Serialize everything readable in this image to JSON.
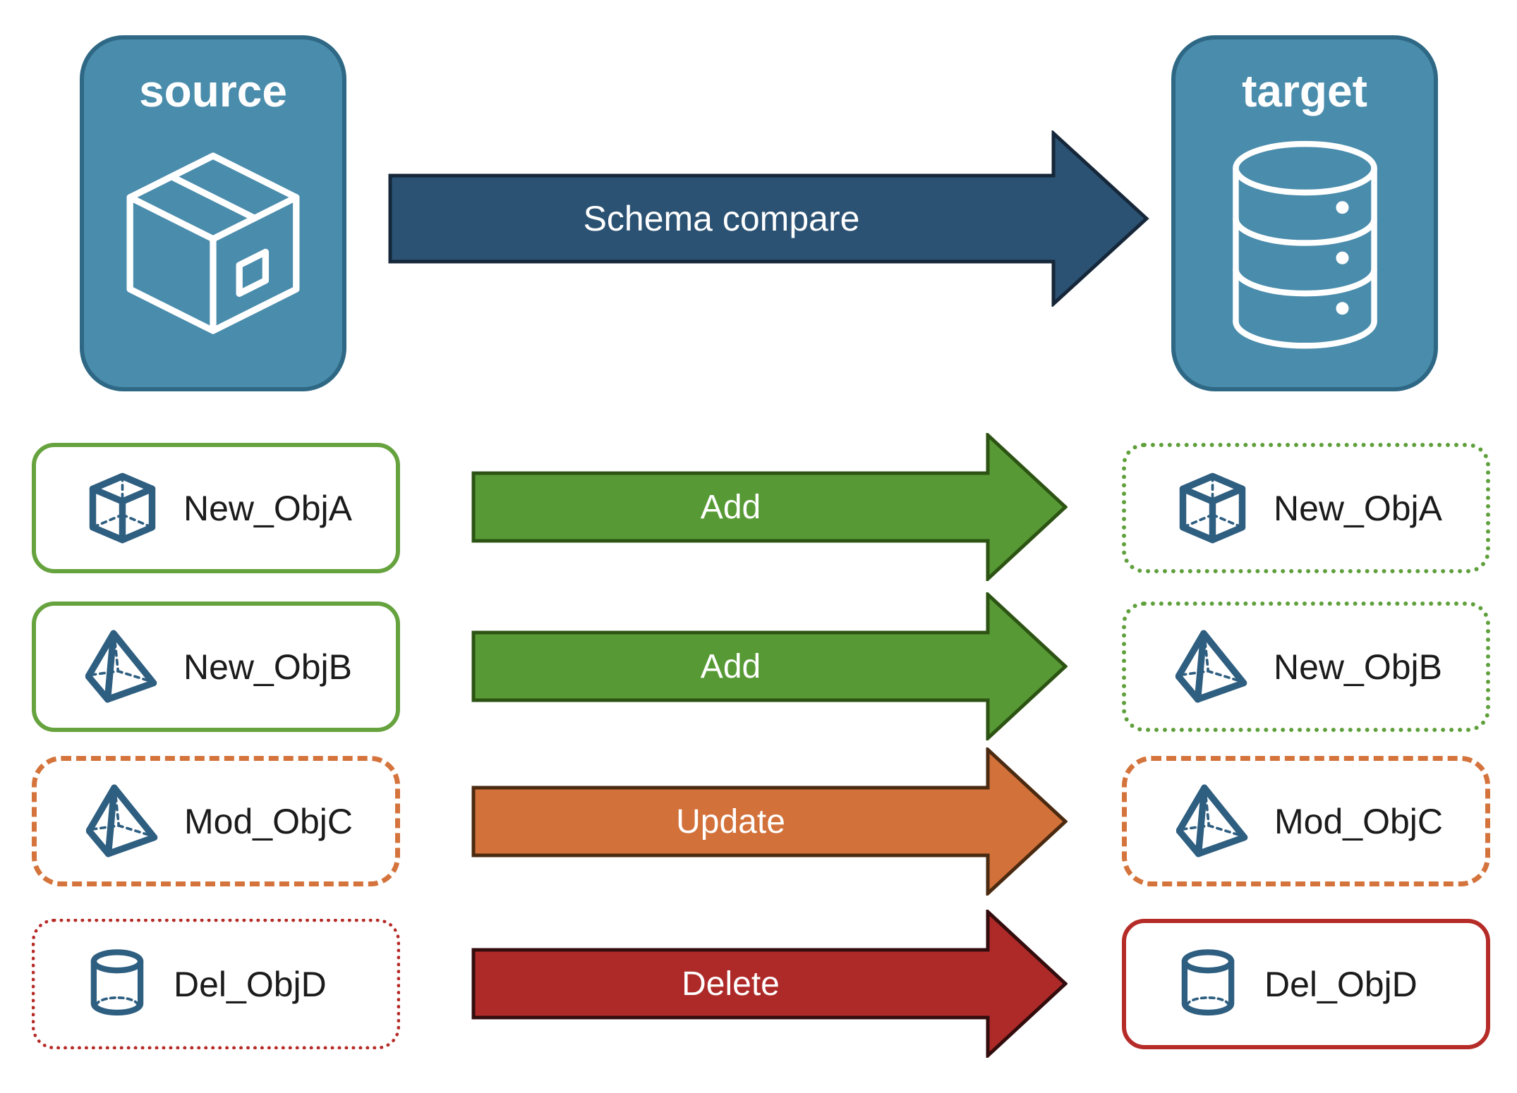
{
  "nodes": {
    "source": {
      "label": "source",
      "icon": "package-icon"
    },
    "target": {
      "label": "target",
      "icon": "database-icon"
    }
  },
  "compare_arrow": {
    "label": "Schema compare"
  },
  "rows": [
    {
      "object": "New_ObjA",
      "icon": "cube-icon",
      "action": "Add",
      "left_border": "solid-green",
      "right_border": "dotted-green"
    },
    {
      "object": "New_ObjB",
      "icon": "pyramid-icon",
      "action": "Add",
      "left_border": "solid-green",
      "right_border": "dotted-green"
    },
    {
      "object": "Mod_ObjC",
      "icon": "pyramid-icon",
      "action": "Update",
      "left_border": "dashed-orange",
      "right_border": "dashed-orange"
    },
    {
      "object": "Del_ObjD",
      "icon": "cylinder-icon",
      "action": "Delete",
      "left_border": "dotted-red",
      "right_border": "solid-red"
    }
  ],
  "colors": {
    "node_fill": "#4A8CAC",
    "node_border": "#2E6885",
    "compare_fill": "#2B5273",
    "compare_border": "#16273A",
    "add_fill": "#579A35",
    "add_border": "#2C5313",
    "update_fill": "#D2713A",
    "update_border": "#4A2A10",
    "delete_fill": "#AE2A29",
    "delete_border": "#330D0D",
    "green_box_border": "#66A33F",
    "orange_box_border": "#D4743C",
    "red_box_border": "#B52B27",
    "object_icon_stroke": "#2E5E80",
    "item_text": "#1B1B1B"
  }
}
